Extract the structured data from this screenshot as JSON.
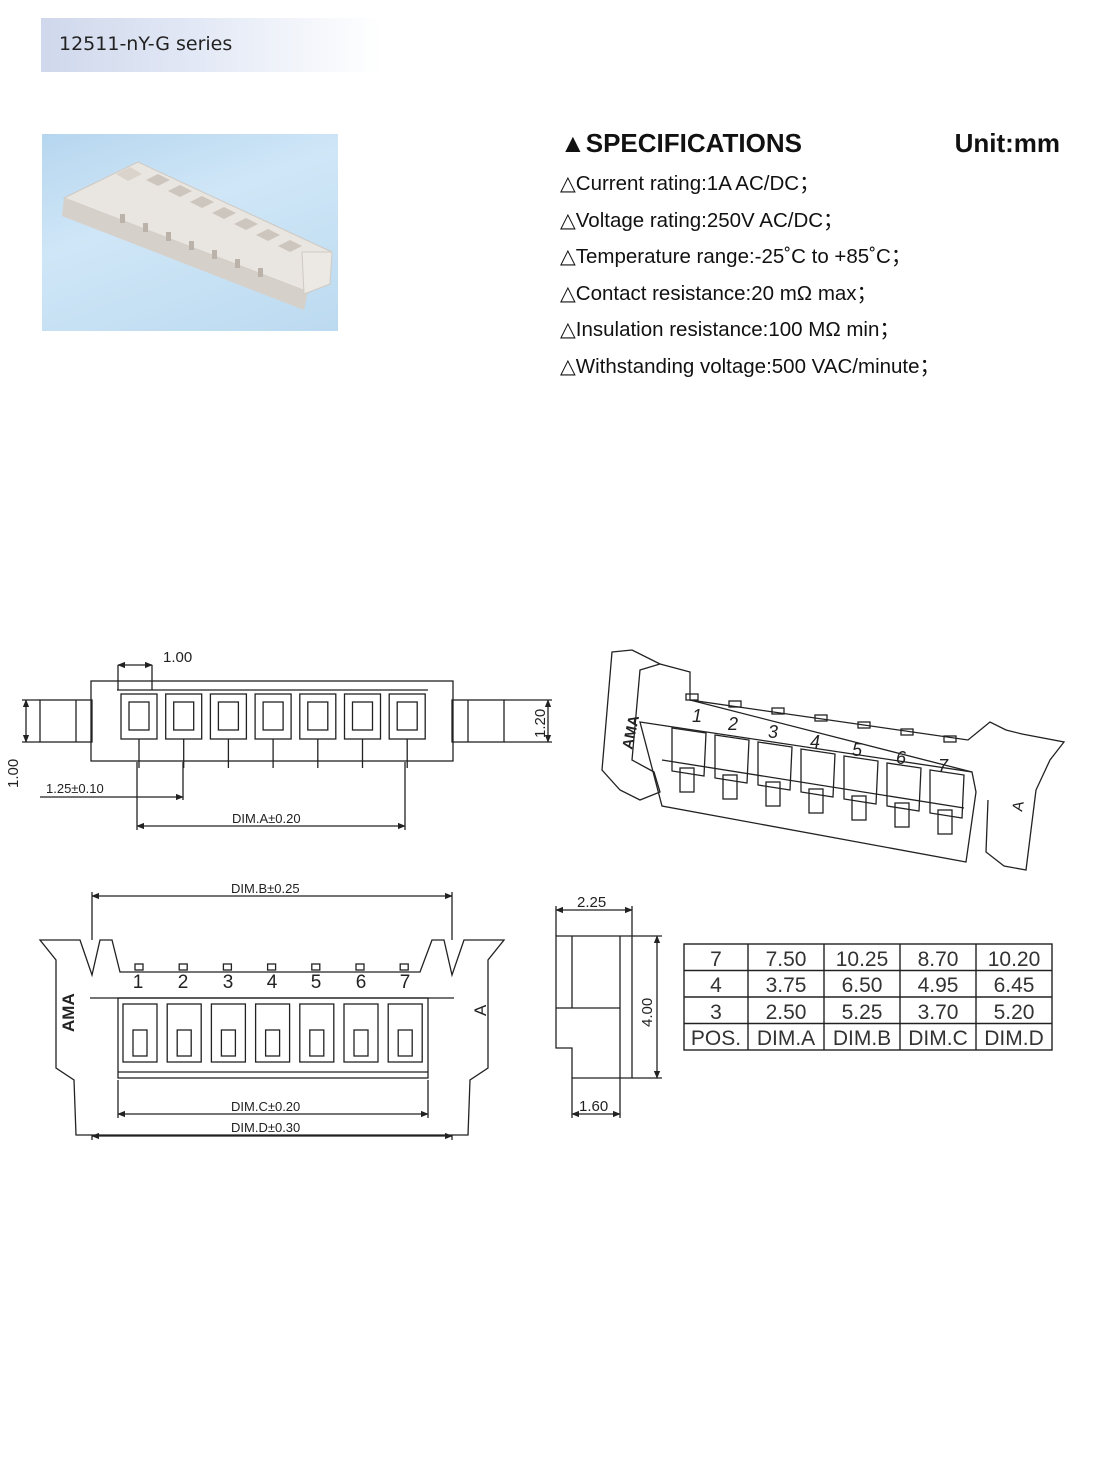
{
  "header": {
    "series_label": "12511-nY-G series"
  },
  "specifications": {
    "title": "▲SPECIFICATIONS",
    "unit": "Unit:mm",
    "items": [
      "△Current rating:1A AC/DC；",
      "△Voltage rating:250V AC/DC；",
      "△Temperature range:-25˚C  to +85˚C；",
      "△Contact resistance:20 mΩ max；",
      "△Insulation resistance:100 MΩ min；",
      "△Withstanding voltage:500 VAC/minute；"
    ]
  },
  "drawing": {
    "top_view": {
      "pitch": "1.00",
      "height": "1.20",
      "left_height": "1.00",
      "offset": "1.25±0.10",
      "dim_a": "DIM.A±0.20"
    },
    "front_view": {
      "dim_b": "DIM.B±0.25",
      "dim_c": "DIM.C±0.20",
      "dim_d": "DIM.D±0.30",
      "pin_numbers": [
        "1",
        "2",
        "3",
        "4",
        "5",
        "6",
        "7"
      ],
      "brand_mark": "AMA",
      "pin_mark": "A"
    },
    "side_view": {
      "width_top": "2.25",
      "height": "4.00",
      "width_bottom": "1.60"
    },
    "iso_view": {
      "pin_numbers": [
        "1",
        "2",
        "3",
        "4",
        "5",
        "6",
        "7"
      ],
      "brand_mark": "AMA",
      "pin_mark": "A"
    }
  },
  "dimension_table": {
    "rows": [
      [
        "7",
        "7.50",
        "10.25",
        "8.70",
        "10.20"
      ],
      [
        "4",
        "3.75",
        "6.50",
        "4.95",
        "6.45"
      ],
      [
        "3",
        "2.50",
        "5.25",
        "3.70",
        "5.20"
      ],
      [
        "POS.",
        "DIM.A",
        "DIM.B",
        "DIM.C",
        "DIM.D"
      ]
    ]
  }
}
